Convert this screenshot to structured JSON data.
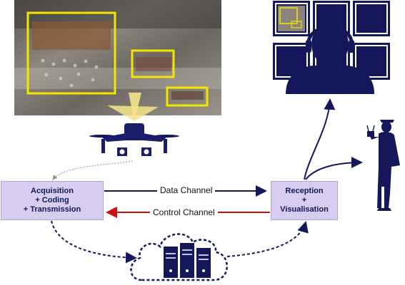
{
  "boxes": {
    "acquisition": {
      "lines": [
        "Acquisition",
        "+ Coding",
        "+ Transmission"
      ]
    },
    "reception": {
      "lines": [
        "Reception",
        "+",
        "Visualisation"
      ]
    }
  },
  "channels": {
    "data": "Data Channel",
    "control": "Control Channel"
  },
  "colors": {
    "navy": "#14185a",
    "box_fill": "#d8cdf0",
    "control_arrow": "#cc1111",
    "detection_box": "#f2e600",
    "camera_cone": "#f4e58a"
  },
  "icons": [
    "drone-icon",
    "cloud-server-icon",
    "operator-monitor-icon",
    "field-worker-icon"
  ]
}
